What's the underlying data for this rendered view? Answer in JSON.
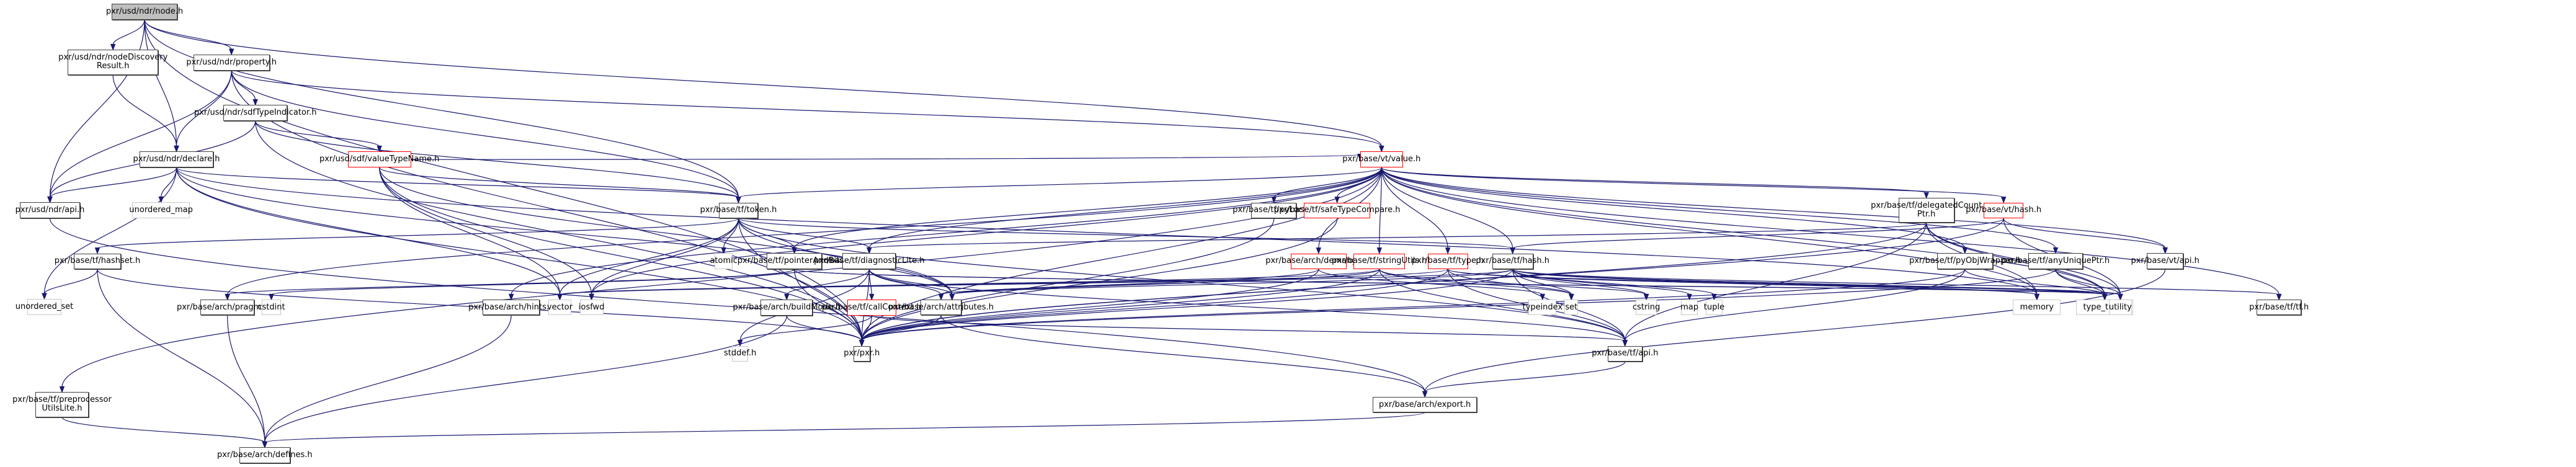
{
  "diagram": {
    "type": "include-dependency-graph",
    "root": "node_h",
    "colors": {
      "edge": "#191970",
      "root_fill": "#bfbfbf",
      "documented_border": "#404040",
      "undocumented_border": "#ff0000",
      "system_border": "#c8c8c8"
    },
    "nodes": [
      {
        "id": "node_h",
        "label": "pxr/usd/ndr/node.h",
        "kind": "root"
      },
      {
        "id": "nodeDiscoveryResult_h",
        "label": "pxr/usd/ndr/nodeDiscovery\nResult.h",
        "kind": "doc"
      },
      {
        "id": "property_h",
        "label": "pxr/usd/ndr/property.h",
        "kind": "doc"
      },
      {
        "id": "sdfTypeIndicator_h",
        "label": "pxr/usd/ndr/sdfTypeIndicator.h",
        "kind": "doc"
      },
      {
        "id": "declare_h",
        "label": "pxr/usd/ndr/declare.h",
        "kind": "doc"
      },
      {
        "id": "ndr_api_h",
        "label": "pxr/usd/ndr/api.h",
        "kind": "doc"
      },
      {
        "id": "unordered_map",
        "label": "unordered_map",
        "kind": "sys"
      },
      {
        "id": "valueTypeName_h",
        "label": "pxr/usd/sdf/valueTypeName.h",
        "kind": "undoc"
      },
      {
        "id": "value_h",
        "label": "pxr/base/vt/value.h",
        "kind": "undoc"
      },
      {
        "id": "token_h",
        "label": "pxr/base/tf/token.h",
        "kind": "doc"
      },
      {
        "id": "hashset_h",
        "label": "pxr/base/tf/hashset.h",
        "kind": "doc"
      },
      {
        "id": "unordered_set",
        "label": "unordered_set",
        "kind": "sys"
      },
      {
        "id": "atomic",
        "label": "atomic",
        "kind": "sys"
      },
      {
        "id": "pointerAndBits_h",
        "label": "pxr/base/tf/pointerAndBits.h",
        "kind": "doc"
      },
      {
        "id": "diagnosticLite_h",
        "label": "pxr/base/tf/diagnosticLite.h",
        "kind": "doc"
      },
      {
        "id": "pyLock_h",
        "label": "pxr/base/tf/pyLock.h",
        "kind": "doc"
      },
      {
        "id": "safeTypeCompare_h",
        "label": "pxr/base/tf/safeTypeCompare.h",
        "kind": "undoc"
      },
      {
        "id": "delegatedCountPtr_h",
        "label": "pxr/base/tf/delegatedCount\nPtr.h",
        "kind": "doc"
      },
      {
        "id": "vt_hash_h",
        "label": "pxr/base/vt/hash.h",
        "kind": "undoc"
      },
      {
        "id": "vt_api_h",
        "label": "pxr/base/vt/api.h",
        "kind": "doc"
      },
      {
        "id": "demangle_h",
        "label": "pxr/base/arch/demangle.h",
        "kind": "undoc"
      },
      {
        "id": "stringUtils_h",
        "label": "pxr/base/tf/stringUtils.h",
        "kind": "undoc"
      },
      {
        "id": "type_h",
        "label": "pxr/base/tf/type.h",
        "kind": "undoc"
      },
      {
        "id": "tf_hash_h",
        "label": "pxr/base/tf/hash.h",
        "kind": "doc"
      },
      {
        "id": "pyObjWrapper_h",
        "label": "pxr/base/tf/pyObjWrapper.h",
        "kind": "doc"
      },
      {
        "id": "anyUniquePtr_h",
        "label": "pxr/base/tf/anyUniquePtr.h",
        "kind": "doc"
      },
      {
        "id": "pragmas_h",
        "label": "pxr/base/arch/pragmas.h",
        "kind": "doc"
      },
      {
        "id": "cstdint",
        "label": "cstdint",
        "kind": "sys"
      },
      {
        "id": "hints_h",
        "label": "pxr/base/arch/hints.h",
        "kind": "doc"
      },
      {
        "id": "vector",
        "label": "vector",
        "kind": "sys"
      },
      {
        "id": "iosfwd",
        "label": "iosfwd",
        "kind": "sys"
      },
      {
        "id": "buildMode_h",
        "label": "pxr/base/arch/buildMode.h",
        "kind": "doc"
      },
      {
        "id": "callContext_h",
        "label": "pxr/base/tf/callContext.h",
        "kind": "undoc"
      },
      {
        "id": "string",
        "label": "string",
        "kind": "sys"
      },
      {
        "id": "attributes_h",
        "label": "pxr/base/arch/attributes.h",
        "kind": "doc"
      },
      {
        "id": "typeindex",
        "label": "typeindex",
        "kind": "sys"
      },
      {
        "id": "set",
        "label": "set",
        "kind": "sys"
      },
      {
        "id": "cstring",
        "label": "cstring",
        "kind": "sys"
      },
      {
        "id": "map",
        "label": "map",
        "kind": "sys"
      },
      {
        "id": "tuple",
        "label": "tuple",
        "kind": "sys"
      },
      {
        "id": "memory",
        "label": "memory",
        "kind": "sys"
      },
      {
        "id": "type_traits",
        "label": "type_traits",
        "kind": "sys"
      },
      {
        "id": "utility",
        "label": "utility",
        "kind": "sys"
      },
      {
        "id": "tf_tf_h",
        "label": "pxr/base/tf/tf.h",
        "kind": "doc"
      },
      {
        "id": "stddef_h",
        "label": "stddef.h",
        "kind": "sys"
      },
      {
        "id": "pxr_h",
        "label": "pxr/pxr.h",
        "kind": "doc"
      },
      {
        "id": "tf_api_h",
        "label": "pxr/base/tf/api.h",
        "kind": "doc"
      },
      {
        "id": "preprocessorUtilsLite_h",
        "label": "pxr/base/tf/preprocessor\nUtilsLite.h",
        "kind": "doc"
      },
      {
        "id": "export_h",
        "label": "pxr/base/arch/export.h",
        "kind": "doc"
      },
      {
        "id": "defines_h",
        "label": "pxr/base/arch/defines.h",
        "kind": "doc"
      }
    ],
    "edges": [
      [
        "node_h",
        "nodeDiscoveryResult_h"
      ],
      [
        "node_h",
        "property_h"
      ],
      [
        "node_h",
        "declare_h"
      ],
      [
        "node_h",
        "ndr_api_h"
      ],
      [
        "node_h",
        "token_h"
      ],
      [
        "node_h",
        "value_h"
      ],
      [
        "node_h",
        "pxr_h"
      ],
      [
        "nodeDiscoveryResult_h",
        "declare_h"
      ],
      [
        "property_h",
        "declare_h"
      ],
      [
        "property_h",
        "ndr_api_h"
      ],
      [
        "property_h",
        "sdfTypeIndicator_h"
      ],
      [
        "property_h",
        "token_h"
      ],
      [
        "property_h",
        "value_h"
      ],
      [
        "property_h",
        "pxr_h"
      ],
      [
        "sdfTypeIndicator_h",
        "ndr_api_h"
      ],
      [
        "sdfTypeIndicator_h",
        "valueTypeName_h"
      ],
      [
        "sdfTypeIndicator_h",
        "token_h"
      ],
      [
        "sdfTypeIndicator_h",
        "pxr_h"
      ],
      [
        "declare_h",
        "ndr_api_h"
      ],
      [
        "declare_h",
        "unordered_map"
      ],
      [
        "declare_h",
        "unordered_set"
      ],
      [
        "declare_h",
        "token_h"
      ],
      [
        "declare_h",
        "vector"
      ],
      [
        "declare_h",
        "string"
      ],
      [
        "declare_h",
        "memory"
      ],
      [
        "declare_h",
        "pxr_h"
      ],
      [
        "ndr_api_h",
        "export_h"
      ],
      [
        "valueTypeName_h",
        "token_h"
      ],
      [
        "valueTypeName_h",
        "value_h"
      ],
      [
        "valueTypeName_h",
        "vector"
      ],
      [
        "valueTypeName_h",
        "iosfwd"
      ],
      [
        "valueTypeName_h",
        "string"
      ],
      [
        "valueTypeName_h",
        "pxr_h"
      ],
      [
        "value_h",
        "pyLock_h"
      ],
      [
        "value_h",
        "safeTypeCompare_h"
      ],
      [
        "value_h",
        "delegatedCountPtr_h"
      ],
      [
        "value_h",
        "vt_hash_h"
      ],
      [
        "value_h",
        "vt_api_h"
      ],
      [
        "value_h",
        "demangle_h"
      ],
      [
        "value_h",
        "stringUtils_h"
      ],
      [
        "value_h",
        "type_h"
      ],
      [
        "value_h",
        "tf_hash_h"
      ],
      [
        "value_h",
        "pyObjWrapper_h"
      ],
      [
        "value_h",
        "anyUniquePtr_h"
      ],
      [
        "value_h",
        "token_h"
      ],
      [
        "value_h",
        "pointerAndBits_h"
      ],
      [
        "value_h",
        "diagnosticLite_h"
      ],
      [
        "value_h",
        "pragmas_h"
      ],
      [
        "value_h",
        "hints_h"
      ],
      [
        "value_h",
        "iosfwd"
      ],
      [
        "value_h",
        "preprocessorUtilsLite_h"
      ],
      [
        "value_h",
        "type_traits"
      ],
      [
        "value_h",
        "memory"
      ],
      [
        "value_h",
        "tf_tf_h"
      ],
      [
        "value_h",
        "pxr_h"
      ],
      [
        "token_h",
        "hashset_h"
      ],
      [
        "token_h",
        "atomic"
      ],
      [
        "token_h",
        "pointerAndBits_h"
      ],
      [
        "token_h",
        "diagnosticLite_h"
      ],
      [
        "token_h",
        "vector"
      ],
      [
        "token_h",
        "iosfwd"
      ],
      [
        "token_h",
        "string"
      ],
      [
        "token_h",
        "tf_hash_h"
      ],
      [
        "token_h",
        "tf_api_h"
      ],
      [
        "token_h",
        "pxr_h"
      ],
      [
        "hashset_h",
        "unordered_set"
      ],
      [
        "hashset_h",
        "defines_h"
      ],
      [
        "hashset_h",
        "pxr_h"
      ],
      [
        "pointerAndBits_h",
        "pxr_h"
      ],
      [
        "pointerAndBits_h",
        "type_traits"
      ],
      [
        "pointerAndBits_h",
        "utility"
      ],
      [
        "pointerAndBits_h",
        "cstdint"
      ],
      [
        "pointerAndBits_h",
        "pragmas_h"
      ],
      [
        "diagnosticLite_h",
        "callContext_h"
      ],
      [
        "diagnosticLite_h",
        "buildMode_h"
      ],
      [
        "diagnosticLite_h",
        "attributes_h"
      ],
      [
        "diagnosticLite_h",
        "tf_api_h"
      ],
      [
        "diagnosticLite_h",
        "stddef_h"
      ],
      [
        "diagnosticLite_h",
        "string"
      ],
      [
        "diagnosticLite_h",
        "pxr_h"
      ],
      [
        "pyLock_h",
        "pxr_h"
      ],
      [
        "safeTypeCompare_h",
        "pxr_h"
      ],
      [
        "delegatedCountPtr_h",
        "memory"
      ],
      [
        "delegatedCountPtr_h",
        "type_traits"
      ],
      [
        "delegatedCountPtr_h",
        "utility"
      ],
      [
        "delegatedCountPtr_h",
        "diagnosticLite_h"
      ],
      [
        "delegatedCountPtr_h",
        "tf_api_h"
      ],
      [
        "delegatedCountPtr_h",
        "pxr_h"
      ],
      [
        "vt_hash_h",
        "tf_hash_h"
      ],
      [
        "vt_hash_h",
        "utility"
      ],
      [
        "vt_hash_h",
        "vt_api_h"
      ],
      [
        "vt_hash_h",
        "pxr_h"
      ],
      [
        "vt_api_h",
        "export_h"
      ],
      [
        "demangle_h",
        "string"
      ],
      [
        "demangle_h",
        "typeindex"
      ],
      [
        "demangle_h",
        "pxr_h"
      ],
      [
        "stringUtils_h",
        "string"
      ],
      [
        "stringUtils_h",
        "set"
      ],
      [
        "stringUtils_h",
        "vector"
      ],
      [
        "stringUtils_h",
        "cstring"
      ],
      [
        "stringUtils_h",
        "attributes_h"
      ],
      [
        "stringUtils_h",
        "tf_api_h"
      ],
      [
        "stringUtils_h",
        "pxr_h"
      ],
      [
        "type_h",
        "set"
      ],
      [
        "type_h",
        "vector"
      ],
      [
        "type_h",
        "memory"
      ],
      [
        "type_h",
        "type_traits"
      ],
      [
        "type_h",
        "tf_api_h"
      ],
      [
        "type_h",
        "pxr_h"
      ],
      [
        "tf_hash_h",
        "cstring"
      ],
      [
        "tf_hash_h",
        "map"
      ],
      [
        "tf_hash_h",
        "tuple"
      ],
      [
        "tf_hash_h",
        "memory"
      ],
      [
        "tf_hash_h",
        "type_traits"
      ],
      [
        "tf_hash_h",
        "utility"
      ],
      [
        "tf_hash_h",
        "set"
      ],
      [
        "tf_hash_h",
        "vector"
      ],
      [
        "tf_hash_h",
        "string"
      ],
      [
        "tf_hash_h",
        "tf_tf_h"
      ],
      [
        "tf_hash_h",
        "tf_api_h"
      ],
      [
        "tf_hash_h",
        "pxr_h"
      ],
      [
        "pyObjWrapper_h",
        "type_traits"
      ],
      [
        "pyObjWrapper_h",
        "tf_api_h"
      ],
      [
        "pyObjWrapper_h",
        "pxr_h"
      ],
      [
        "anyUniquePtr_h",
        "utility"
      ],
      [
        "anyUniquePtr_h",
        "type_traits"
      ],
      [
        "anyUniquePtr_h",
        "pxr_h"
      ],
      [
        "pragmas_h",
        "defines_h"
      ],
      [
        "hints_h",
        "defines_h"
      ],
      [
        "buildMode_h",
        "defines_h"
      ],
      [
        "buildMode_h",
        "pxr_h"
      ],
      [
        "callContext_h",
        "pxr_h"
      ],
      [
        "callContext_h",
        "stddef_h"
      ],
      [
        "callContext_h",
        "tf_api_h"
      ],
      [
        "attributes_h",
        "export_h"
      ],
      [
        "attributes_h",
        "pxr_h"
      ],
      [
        "tf_api_h",
        "export_h"
      ],
      [
        "preprocessorUtilsLite_h",
        "defines_h"
      ],
      [
        "export_h",
        "defines_h"
      ]
    ]
  }
}
